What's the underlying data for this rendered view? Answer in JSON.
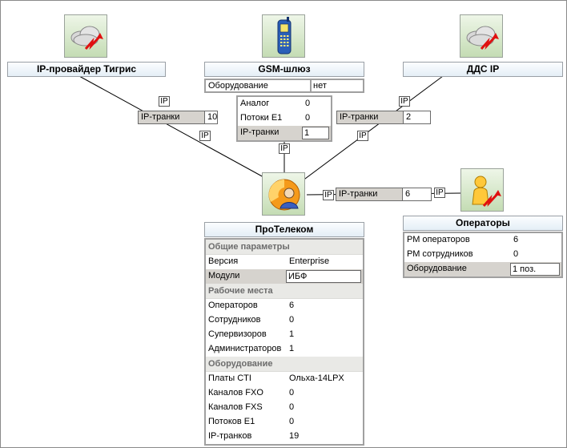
{
  "nodes": {
    "tigris": {
      "title": "IP-провайдер Тигрис",
      "icon": "cloud-lightning-icon"
    },
    "gsm": {
      "title": "GSM-шлюз",
      "icon": "mobile-phone-icon",
      "equipment": {
        "label": "Оборудование",
        "value": "нет"
      },
      "props": [
        {
          "label": "Аналог",
          "value": "0"
        },
        {
          "label": "Потоки E1",
          "value": "0"
        },
        {
          "label": "IP-транки",
          "value": "1"
        }
      ]
    },
    "dds": {
      "title": "ДДС IP",
      "icon": "cloud-lightning-icon"
    },
    "protelecom": {
      "title": "ПроТелеком",
      "icon": "protelecom-logo-icon",
      "sections": [
        {
          "title": "Общие параметры",
          "rows": [
            {
              "label": "Версия",
              "value": "Enterprise"
            },
            {
              "label": "Модули",
              "value": "ИБФ"
            }
          ]
        },
        {
          "title": "Рабочие места",
          "rows": [
            {
              "label": "Операторов",
              "value": "6"
            },
            {
              "label": "Сотрудников",
              "value": "0"
            },
            {
              "label": "Супервизоров",
              "value": "1"
            },
            {
              "label": "Администраторов",
              "value": "1"
            }
          ]
        },
        {
          "title": "Оборудование",
          "rows": [
            {
              "label": "Платы CTI",
              "value": "Ольха-14LPX"
            },
            {
              "label": "Каналов FXO",
              "value": "0"
            },
            {
              "label": "Каналов FXS",
              "value": "0"
            },
            {
              "label": "Потоков E1",
              "value": "0"
            },
            {
              "label": "IP-транков",
              "value": "19"
            }
          ]
        }
      ]
    },
    "operators": {
      "title": "Операторы",
      "icon": "operator-lightning-icon",
      "props": [
        {
          "label": "РМ операторов",
          "value": "6"
        },
        {
          "label": "РМ сотрудников",
          "value": "0"
        },
        {
          "label": "Оборудование",
          "value": "1 поз."
        }
      ]
    }
  },
  "links": {
    "ip_label": "IP",
    "tigris_trunks": {
      "label": "IP-транки",
      "value": "10"
    },
    "dds_trunks": {
      "label": "IP-транки",
      "value": "2"
    },
    "operators_trunks": {
      "label": "IP-транки",
      "value": "6"
    }
  },
  "colors": {
    "line": "#000000",
    "selected_row": "#d6d3ce",
    "section_header": "#e9e9e6"
  }
}
